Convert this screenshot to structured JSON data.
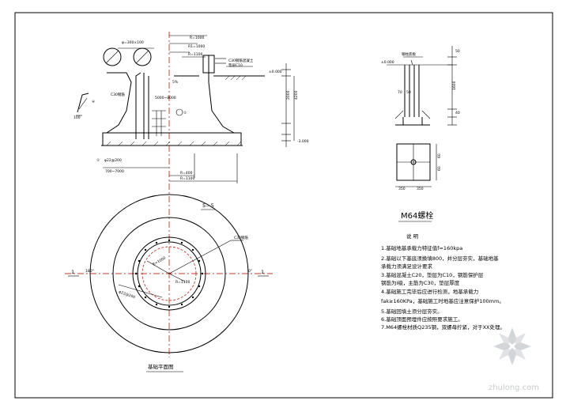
{
  "drawing": {
    "section_label": "5—5",
    "plan_caption": "基础平面图",
    "axis_mark_left": "1",
    "axis_mark_right": "1",
    "angle_left": "180°",
    "angle_right": "0°",
    "detail_title": "M64螺栓",
    "notes_heading": "说 明",
    "notes": [
      "1.基础地基承载力特征值f=160kpa",
      "2.基础以下基底须换填800，并分层夯实，基础地基",
      "  承载力须满足设计要求",
      "3.基础混凝土C20，垫层为C10，钢筋保护层",
      "  钢筋为I级，主筋为C30，垫层厚度",
      "4.基础施工完毕后应进行检测，地基承载力",
      "  fak≥160KPa，基础施工时地基应注意保护100mm。",
      "5.基础回填土须分层夯实。",
      "6.基础顶面预埋件应按照要求施工。",
      "7.M64螺栓材质Q235钢，双螺母拧紧，对于XX处理。"
    ]
  },
  "watermark": {
    "site": "zhulong.com",
    "brand_color": "#9aa0a6"
  }
}
